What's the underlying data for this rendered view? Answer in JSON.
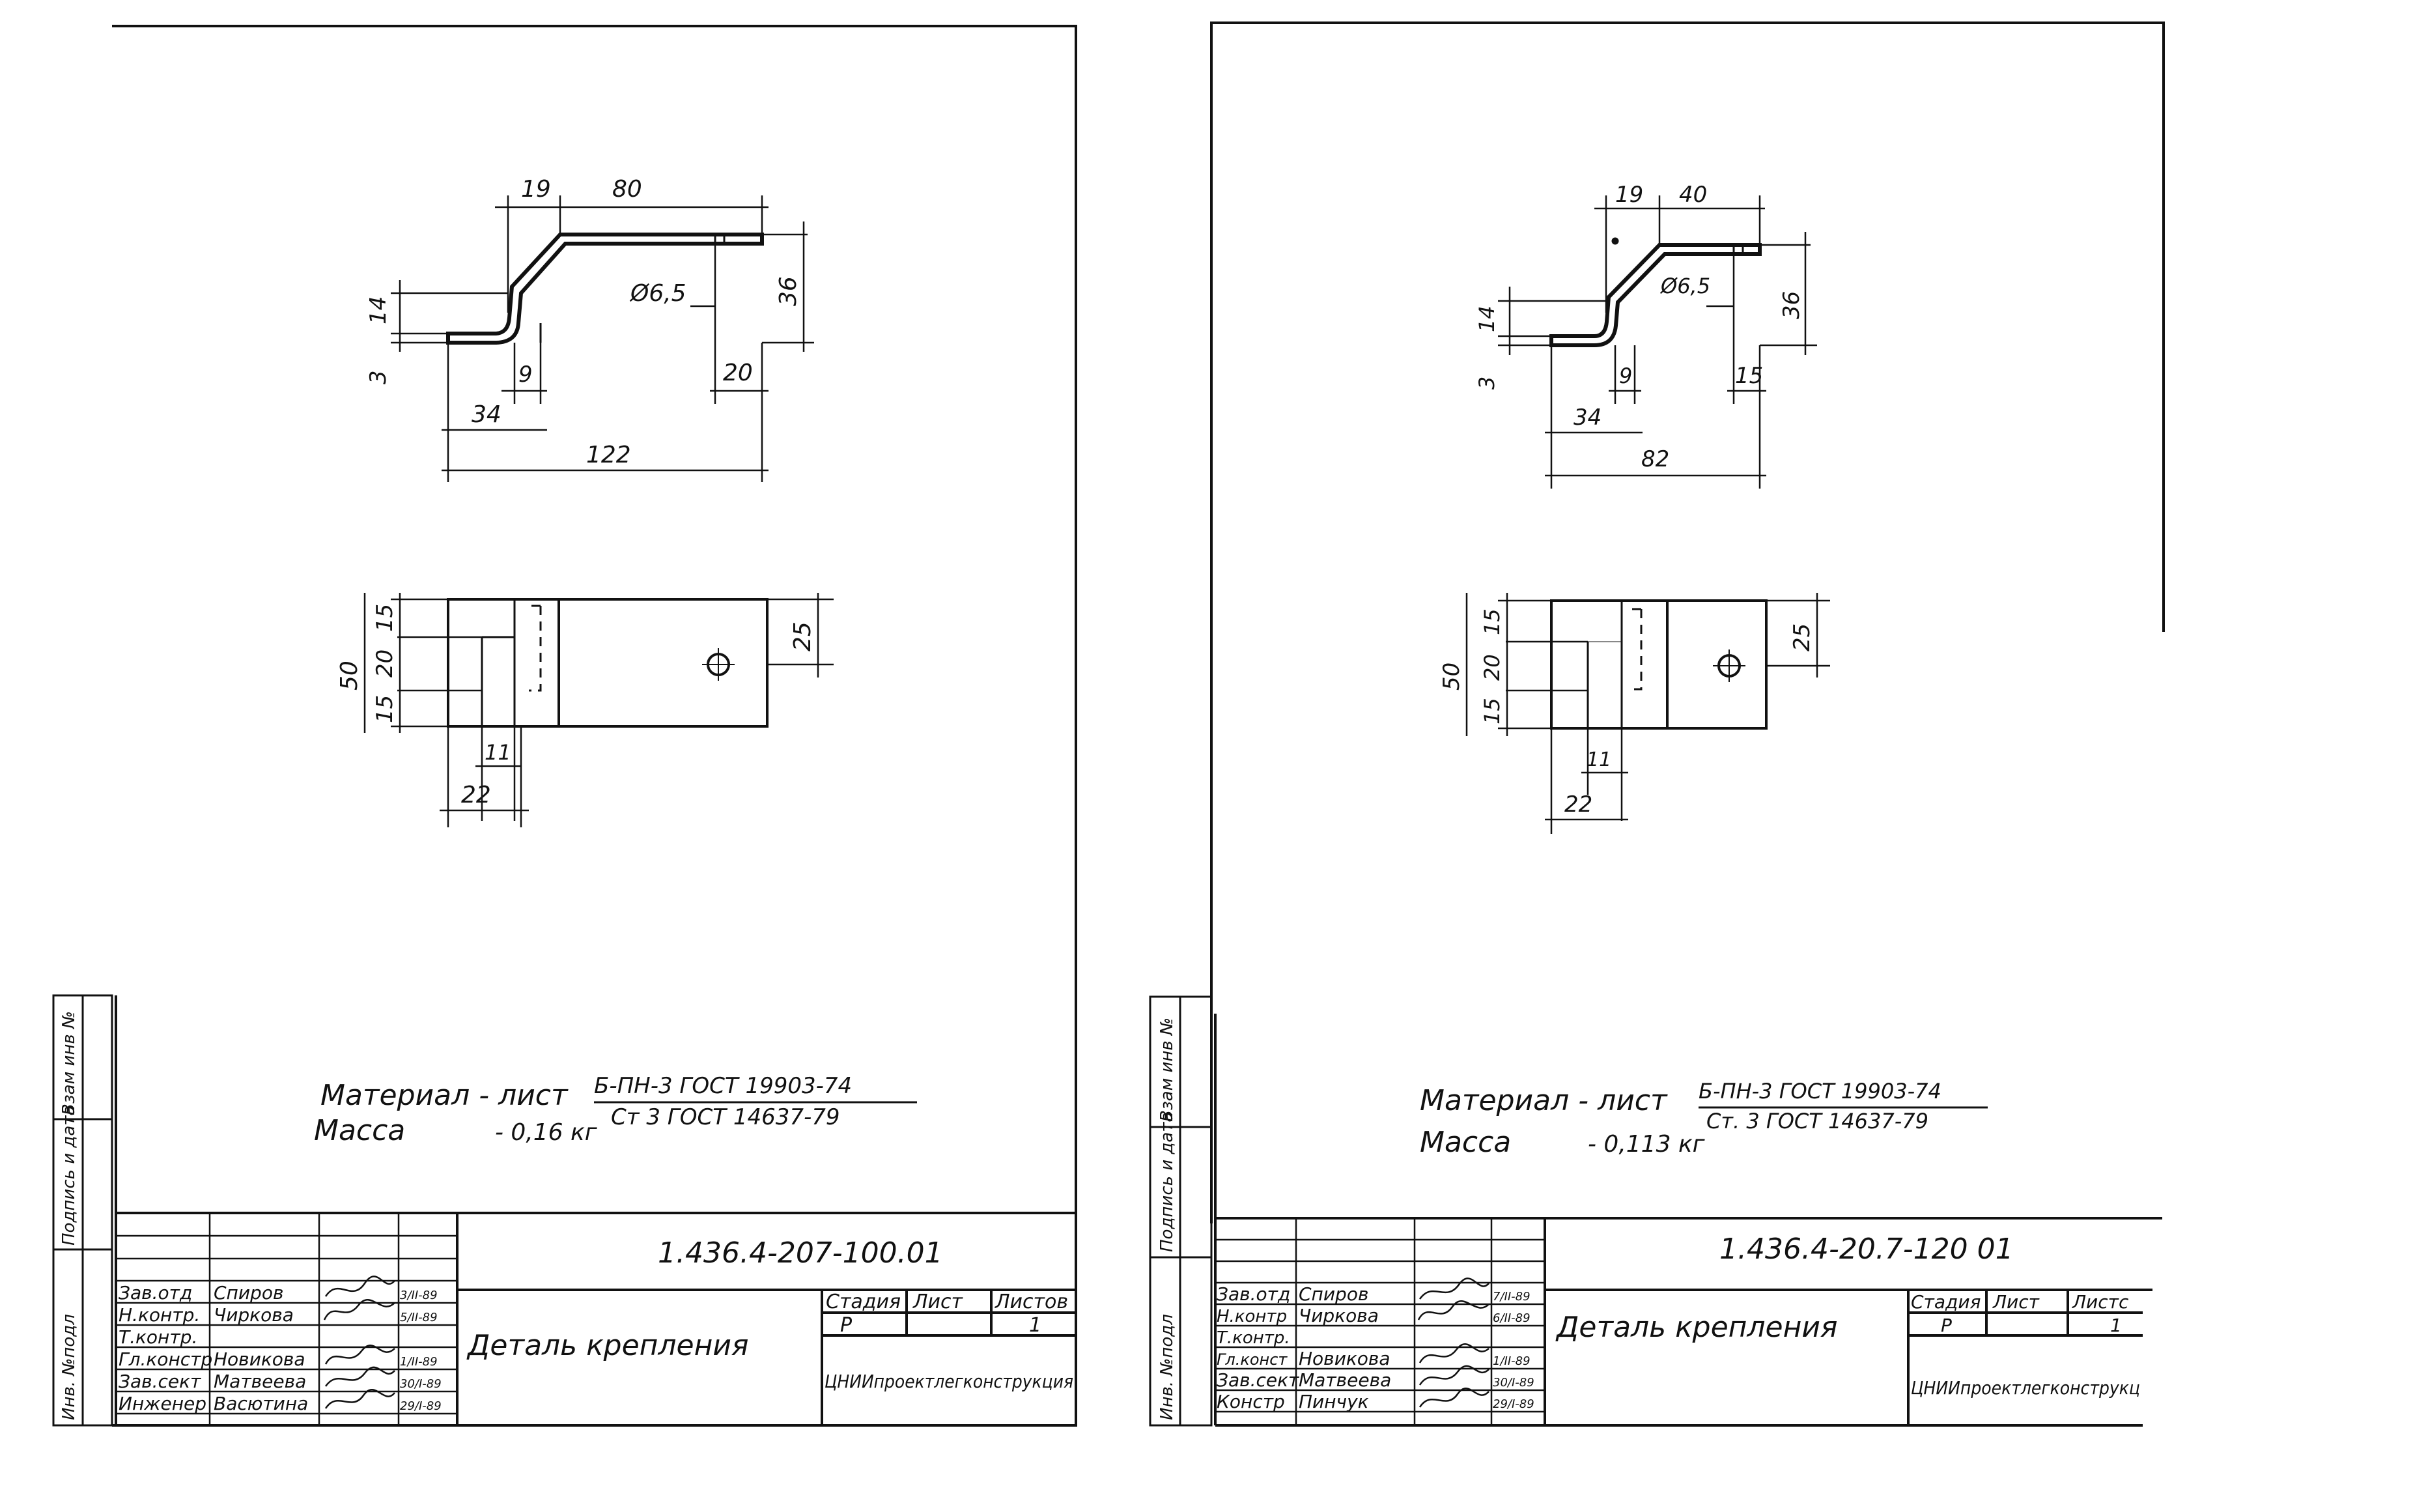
{
  "sheets": [
    {
      "dims": {
        "w19": "19",
        "w80": "80",
        "h14": "14",
        "h36": "36",
        "hole": "Ø6,5",
        "t3": "3",
        "w9": "9",
        "w20": "20",
        "w34": "34",
        "total": "122",
        "p50": "50",
        "p15a": "15",
        "p20": "20",
        "p15b": "15",
        "p25": "25",
        "p11": "11",
        "p22": "22"
      },
      "material_label": "Материал - лист",
      "material_top": "Б-ПН-3 ГОСТ 19903-74",
      "material_bottom": "Ст 3 ГОСТ 14637-79",
      "mass_label": "Масса",
      "mass_value": "- 0,16 кг",
      "side_labels": [
        "Инв. №подл",
        "Подпись и дата",
        "Взам инв №"
      ],
      "doc_number": "1.436.4-207-100.01",
      "title": "Деталь крепления",
      "stage_header": "Стадия",
      "sheet_header": "Лист",
      "sheets_header": "Листов",
      "stage": "Р",
      "sheet_no": "1",
      "org": "ЦНИИпроектлегконструкция",
      "staff": [
        {
          "role": "Зав.отд",
          "name": "Спиров",
          "date": "3/II-89"
        },
        {
          "role": "Н.контр.",
          "name": "Чиркова",
          "date": "5/II-89"
        },
        {
          "role": "Т.контр.",
          "name": "",
          "date": ""
        },
        {
          "role": "Гл.констр",
          "name": "Новикова",
          "date": "1/II-89"
        },
        {
          "role": "Зав.сект",
          "name": "Матвеева",
          "date": "30/I-89"
        },
        {
          "role": "Инженер",
          "name": "Васютина",
          "date": "29/I-89"
        }
      ]
    },
    {
      "dims": {
        "w19": "19",
        "w80": "40",
        "h14": "14",
        "h36": "36",
        "hole": "Ø6,5",
        "t3": "3",
        "w9": "9",
        "w20": "15",
        "w34": "34",
        "total": "82",
        "p50": "50",
        "p15a": "15",
        "p20": "20",
        "p15b": "15",
        "p25": "25",
        "p11": "11",
        "p22": "22"
      },
      "material_label": "Материал - лист",
      "material_top": "Б-ПН-3 ГОСТ 19903-74",
      "material_bottom": "Ст. 3 ГОСТ 14637-79",
      "mass_label": "Масса",
      "mass_value": "- 0,113 кг",
      "side_labels": [
        "Инв. №подл",
        "Подпись и дата",
        "Взам инв №"
      ],
      "doc_number": "1.436.4-20.7-120 01",
      "title": "Деталь крепления",
      "stage_header": "Стадия",
      "sheet_header": "Лист",
      "sheets_header": "Листс",
      "stage": "Р",
      "sheet_no": "1",
      "org": "ЦНИИпроектлегконструкц",
      "staff": [
        {
          "role": "Зав.отд",
          "name": "Спиров",
          "date": "7/II-89"
        },
        {
          "role": "Н.контр",
          "name": "Чиркова",
          "date": "6/II-89"
        },
        {
          "role": "Т.контр.",
          "name": "",
          "date": ""
        },
        {
          "role": "Гл.конст",
          "name": "Новикова",
          "date": "1/II-89"
        },
        {
          "role": "Зав.сект",
          "name": "Матвеева",
          "date": "30/I-89"
        },
        {
          "role": "Констр",
          "name": "Пинчук",
          "date": "29/I-89"
        }
      ]
    }
  ]
}
